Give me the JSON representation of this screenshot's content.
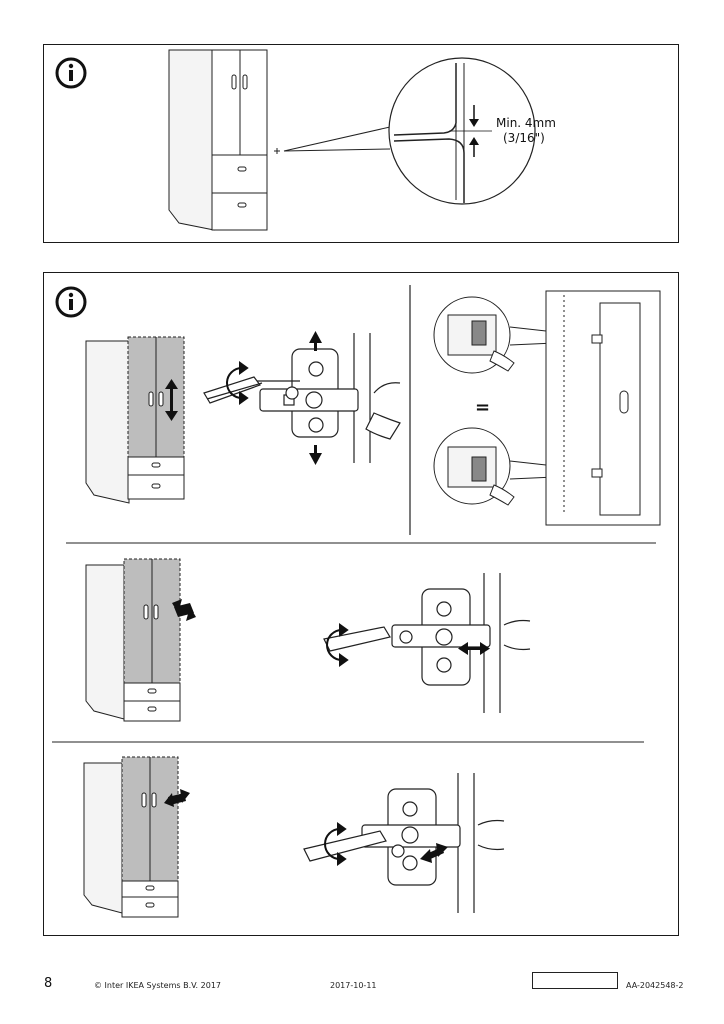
{
  "top_panel": {
    "min_gap_line1": "Min. 4mm",
    "min_gap_line2": "(3/16\")"
  },
  "equals_sign": "=",
  "footer": {
    "page_number": "8",
    "copyright": "© Inter IKEA Systems B.V. 2017",
    "date": "2017-10-11",
    "doc_id": "AA-2042548-2"
  },
  "icons": [
    "info-icon",
    "rotate-screwdriver-icon",
    "double-arrow-icon"
  ]
}
